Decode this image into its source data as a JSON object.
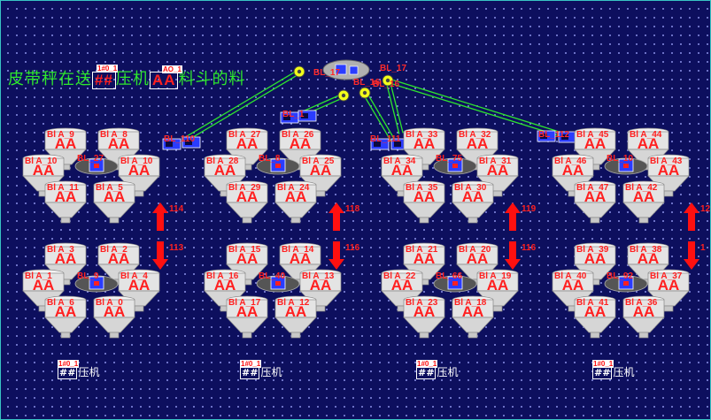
{
  "colors": {
    "background": "#0d0f5e",
    "dot": "#9fa6ff",
    "title_text": "#2ee62e",
    "conveyor_line": "#2ee62e",
    "alarm_text": "#ff2020",
    "hopper_fill": "#e4e4e4",
    "device_blue": "#2a3cff",
    "arrow_red": "#ff1010",
    "frame": "#38c4c4"
  },
  "title": {
    "prefix": "皮带秤在送",
    "code1": "##",
    "middle": "压机",
    "code2": "AA",
    "suffix": "料斗的料",
    "chip1": "1#0_1",
    "chip2": "AO_1"
  },
  "conveyors": {
    "central": {
      "label1": "BL_17",
      "label2": "BL_16"
    },
    "feeders": [
      "BL_110",
      "BL_111",
      "BL_112"
    ],
    "small_feeder": "BL_1"
  },
  "hopper_value": "AA",
  "hopper_prefix": "Bl",
  "units": [
    {
      "caption_code": "##",
      "caption": "压机",
      "chip": "1#0_1",
      "upper_mixer": "BL_27",
      "lower_mixer": "BL_9",
      "lift_upper": "114",
      "lift_lower": "113",
      "upper_hoppers": [
        "A_9",
        "A_8",
        "A_10",
        "A_10",
        "A_11",
        "A_5"
      ],
      "lower_hoppers": [
        "A_3",
        "A_2",
        "A_1",
        "A_4",
        "A_6",
        "A_0"
      ]
    },
    {
      "caption_code": "##",
      "caption": "压机",
      "chip": "1#0_1",
      "upper_mixer": "BL_8",
      "lower_mixer": "BL_40",
      "lift_upper": "118",
      "lift_lower": "116",
      "upper_hoppers": [
        "A_27",
        "A_26",
        "A_28",
        "A_25",
        "A_29",
        "A_24"
      ],
      "lower_hoppers": [
        "A_15",
        "A_14",
        "A_16",
        "A_13",
        "A_17",
        "A_12"
      ]
    },
    {
      "caption_code": "##",
      "caption": "压机",
      "chip": "1#0_1",
      "upper_mixer": "BL_75",
      "lower_mixer": "BL_66",
      "lift_upper": "119",
      "lift_lower": "116",
      "upper_hoppers": [
        "A_33",
        "A_32",
        "A_34",
        "A_31",
        "A_35",
        "A_30"
      ],
      "lower_hoppers": [
        "A_21",
        "A_20",
        "A_22",
        "A_19",
        "A_23",
        "A_18"
      ]
    },
    {
      "caption_code": "##",
      "caption": "压机",
      "chip": "1#0_1",
      "upper_mixer": "BL_10",
      "lower_mixer": "BL_92",
      "lift_upper": "12",
      "lift_lower": "1",
      "upper_hoppers": [
        "A_45",
        "A_44",
        "A_46",
        "A_43",
        "A_47",
        "A_42"
      ],
      "lower_hoppers": [
        "A_39",
        "A_38",
        "A_40",
        "A_37",
        "A_41",
        "A_36"
      ]
    }
  ]
}
